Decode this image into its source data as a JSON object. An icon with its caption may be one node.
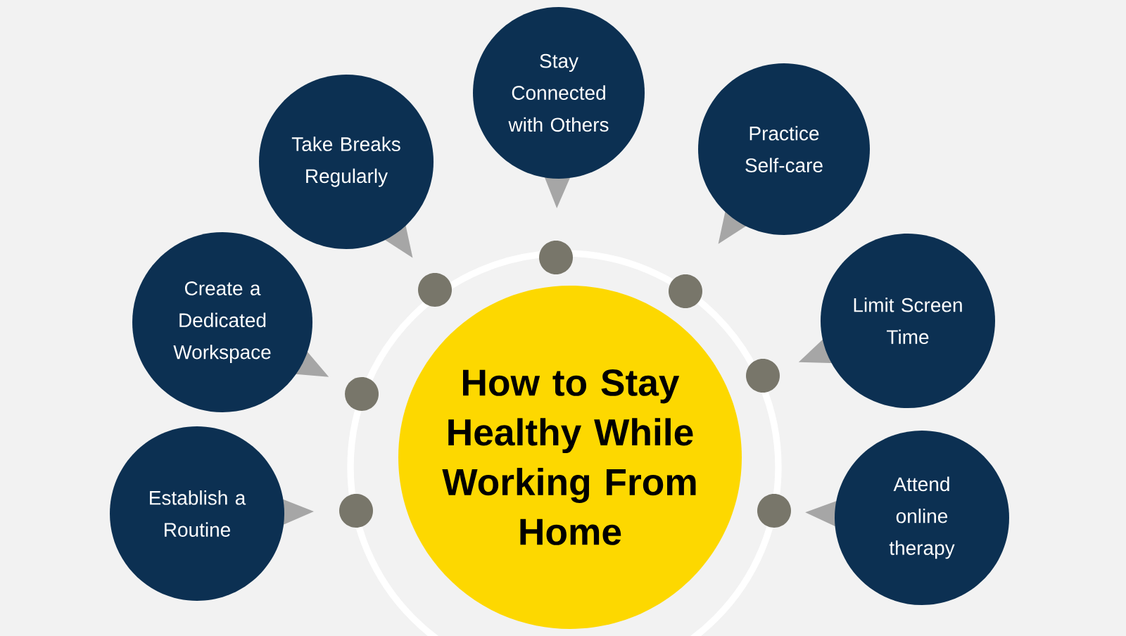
{
  "diagram": {
    "nodes": [
      {
        "text": [
          "How to Stay Healthy While Working From Home"
        ]
      },
      {
        "text": [
          "Establish a Routine"
        ]
      },
      {
        "text": [
          "Create a Dedicated Workspace"
        ]
      },
      {
        "text": [
          "Take Breaks Regularly"
        ]
      },
      {
        "text": [
          "Stay Connected with Others"
        ]
      },
      {
        "text": [
          "Practice Self-care"
        ]
      },
      {
        "text": [
          "Limit Screen Time"
        ]
      },
      {
        "text": [
          "Attend online therapy"
        ]
      }
    ]
  }
}
